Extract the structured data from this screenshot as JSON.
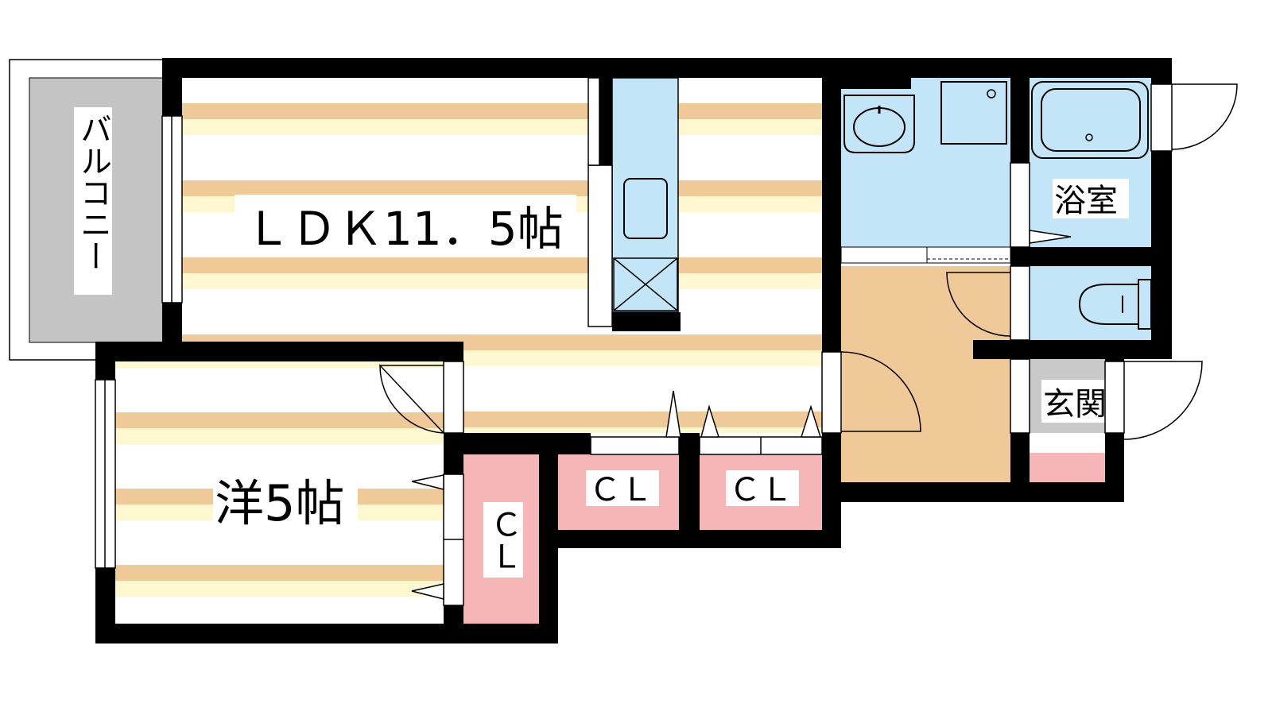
{
  "rooms": {
    "balcony": {
      "label": "バルコニー"
    },
    "ldk": {
      "label": "ＬＤＫ11．5帖"
    },
    "western": {
      "label": "洋5帖"
    },
    "closet_vertical": {
      "label": "ＣＬ"
    },
    "closet_mid": {
      "label": "ＣＬ"
    },
    "closet_right": {
      "label": "ＣＬ"
    },
    "bathroom": {
      "label": "浴室"
    },
    "entrance": {
      "label": "玄関"
    }
  },
  "colors": {
    "wall": "#000000",
    "floor_stripe_dark": "#efc998",
    "floor_stripe_light": "#fdf8cf",
    "wet_area": "#c2e6f7",
    "closet": "#f6b6b8",
    "hall_floor": "#efc998",
    "balcony": "#c4c4c4",
    "entrance_floor": "#c9c9c9"
  }
}
